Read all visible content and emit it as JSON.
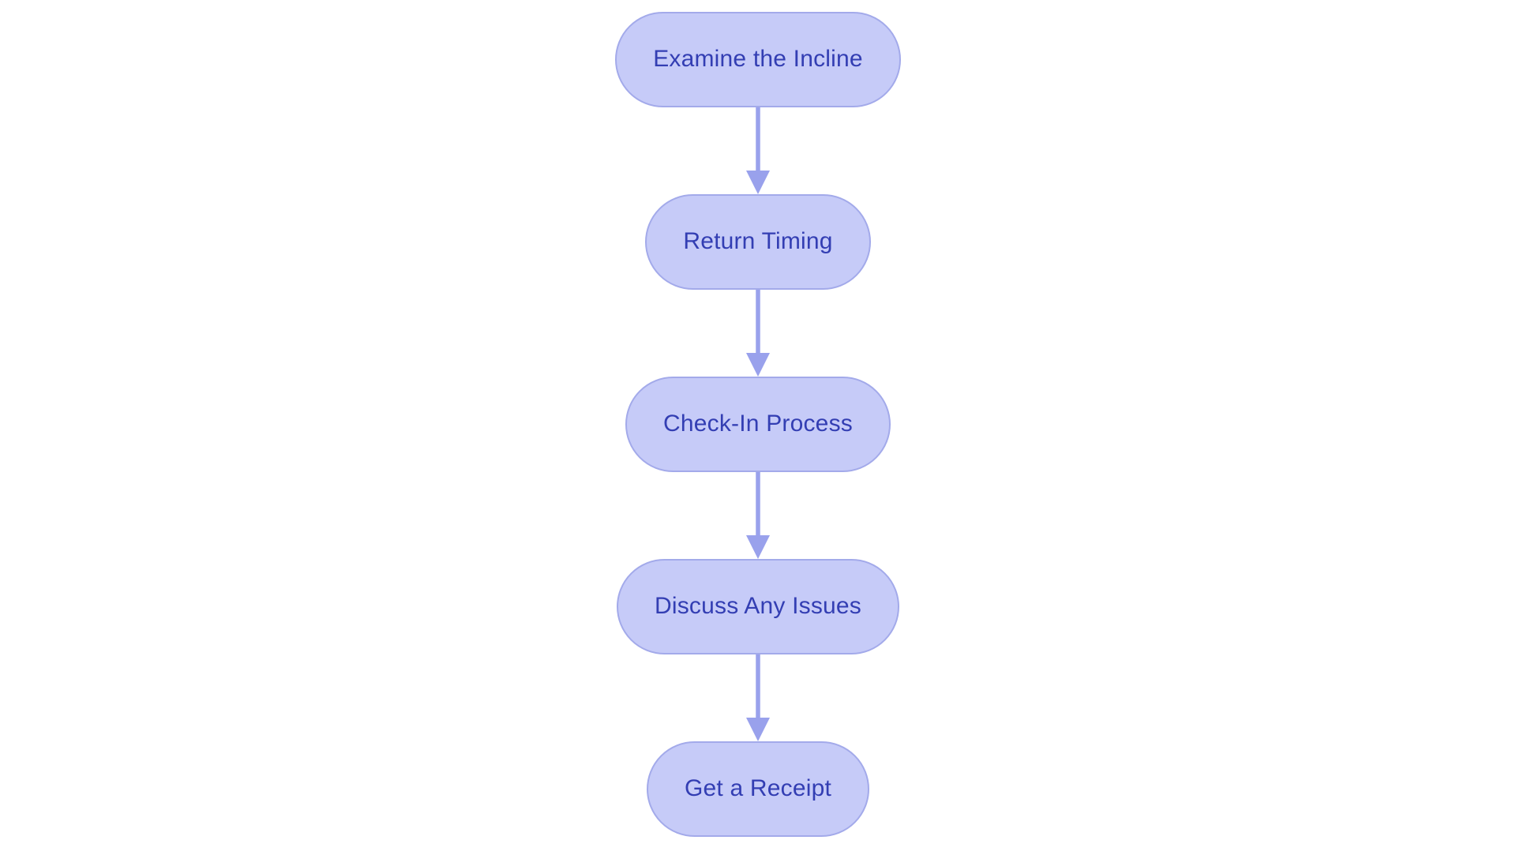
{
  "diagram": {
    "type": "flowchart",
    "direction": "top-down",
    "nodes": [
      {
        "id": "n1",
        "label": "Examine the Incline"
      },
      {
        "id": "n2",
        "label": "Return Timing"
      },
      {
        "id": "n3",
        "label": "Check-In Process"
      },
      {
        "id": "n4",
        "label": "Discuss Any Issues"
      },
      {
        "id": "n5",
        "label": "Get a Receipt"
      }
    ],
    "edges": [
      {
        "from": "n1",
        "to": "n2"
      },
      {
        "from": "n2",
        "to": "n3"
      },
      {
        "from": "n3",
        "to": "n4"
      },
      {
        "from": "n4",
        "to": "n5"
      }
    ],
    "colors": {
      "node_fill": "#c6cbf8",
      "node_border": "#a3aaea",
      "node_text": "#333eb3",
      "arrow": "#99a1ec",
      "background": "#ffffff"
    }
  }
}
